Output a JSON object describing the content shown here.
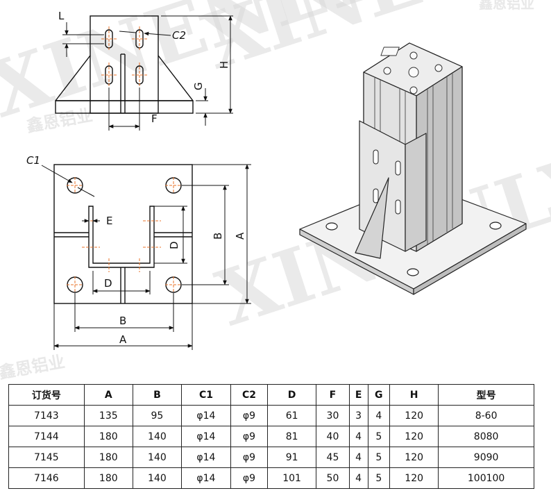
{
  "labels": {
    "L": "L",
    "C2": "C2",
    "H": "H",
    "G": "G",
    "F": "F",
    "C1": "C1",
    "E": "E",
    "D": "D",
    "B": "B",
    "A": "A"
  },
  "watermark": {
    "latin": "XINENLY",
    "chinese": "鑫恩铝业"
  },
  "colors": {
    "center_mark": "#e8732a",
    "line": "#111111",
    "watermark": "#d9d9d9"
  },
  "table": {
    "headers": [
      "订货号",
      "A",
      "B",
      "C1",
      "C2",
      "D",
      "F",
      "E",
      "G",
      "H",
      "型号"
    ],
    "rows": [
      [
        "7143",
        "135",
        "95",
        "φ14",
        "φ9",
        "61",
        "30",
        "3",
        "4",
        "120",
        "8-60"
      ],
      [
        "7144",
        "180",
        "140",
        "φ14",
        "φ9",
        "81",
        "40",
        "4",
        "5",
        "120",
        "8080"
      ],
      [
        "7145",
        "180",
        "140",
        "φ14",
        "φ9",
        "91",
        "45",
        "4",
        "5",
        "120",
        "9090"
      ],
      [
        "7146",
        "180",
        "140",
        "φ14",
        "φ9",
        "101",
        "50",
        "4",
        "5",
        "120",
        "100100"
      ]
    ]
  }
}
